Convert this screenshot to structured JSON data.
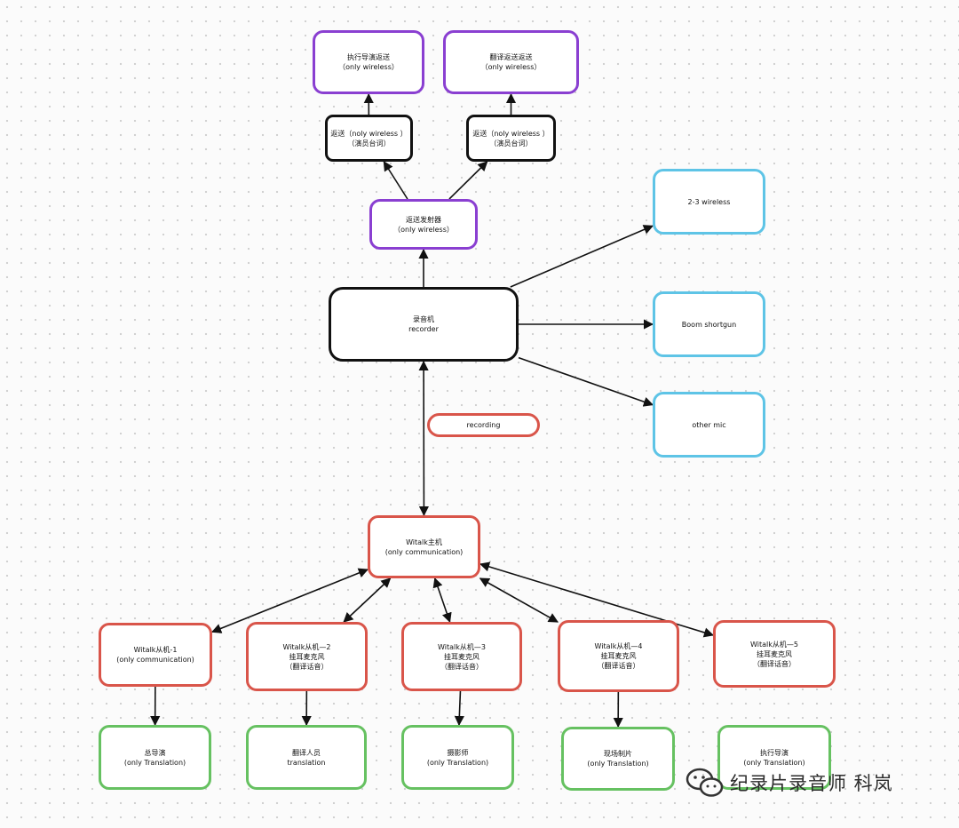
{
  "nodes": {
    "exec_director_return": {
      "line1": "执行导演返送",
      "line2": "（only wireless）"
    },
    "translation_return": {
      "line1": "翻译返送返送",
      "line2": "（only wireless）"
    },
    "return_left": {
      "line1": "返送（noly wireless ）",
      "line2": "（演员台词）"
    },
    "return_right": {
      "line1": "返送（noly wireless ）",
      "line2": "（演员台词）"
    },
    "return_transmitter": {
      "line1": "返送发射器",
      "line2": "（only wireless）"
    },
    "recorder": {
      "line1": "录音机",
      "line2": "recorder"
    },
    "wireless_2_3": {
      "line1": "2-3 wireless"
    },
    "boom": {
      "line1": "Boom shortgun"
    },
    "other_mic": {
      "line1": "other mic"
    },
    "recording": {
      "line1": "recording"
    },
    "witalk_main": {
      "line1": "Witalk主机",
      "line2": "(only communication)"
    },
    "witalk_1": {
      "line1": "Witalk从机-1",
      "line2": "(only communication)"
    },
    "witalk_2": {
      "line1": "Witalk从机—2",
      "line2": "挂耳麦克风",
      "line3": "（翻译话音）"
    },
    "witalk_3": {
      "line1": "Witalk从机—3",
      "line2": "挂耳麦克风",
      "line3": "（翻译话音）"
    },
    "witalk_4": {
      "line1": "Witalk从机—4",
      "line2": "挂耳麦克风",
      "line3": "（翻译话音）"
    },
    "witalk_5": {
      "line1": "Witalk从机—5",
      "line2": "挂耳麦克风",
      "line3": "（翻译话音）"
    },
    "director": {
      "line1": "总导演",
      "line2": "(only Translation)"
    },
    "translator": {
      "line1": "翻译人员",
      "line2": "translation"
    },
    "camera": {
      "line1": "摄影师",
      "line2": "(only Translation)"
    },
    "producer": {
      "line1": "现场制片",
      "line2": "(only Translation)"
    },
    "exec_director": {
      "line1": "执行导演",
      "line2": "(only Translation)"
    }
  },
  "edges": [
    {
      "from": "return_left",
      "to": "exec_director_return",
      "arrow": "end"
    },
    {
      "from": "return_right",
      "to": "translation_return",
      "arrow": "end"
    },
    {
      "from": "return_transmitter",
      "to": "return_left",
      "arrow": "end"
    },
    {
      "from": "return_transmitter",
      "to": "return_right",
      "arrow": "end"
    },
    {
      "from": "recorder",
      "to": "return_transmitter",
      "arrow": "end"
    },
    {
      "from": "recorder",
      "to": "wireless_2_3",
      "arrow": "end"
    },
    {
      "from": "recorder",
      "to": "boom",
      "arrow": "end"
    },
    {
      "from": "recorder",
      "to": "other_mic",
      "arrow": "end"
    },
    {
      "from": "recorder",
      "to": "witalk_main",
      "arrow": "both"
    },
    {
      "from": "witalk_main",
      "to": "witalk_1",
      "arrow": "both"
    },
    {
      "from": "witalk_main",
      "to": "witalk_2",
      "arrow": "both"
    },
    {
      "from": "witalk_main",
      "to": "witalk_3",
      "arrow": "both"
    },
    {
      "from": "witalk_main",
      "to": "witalk_4",
      "arrow": "both"
    },
    {
      "from": "witalk_main",
      "to": "witalk_5",
      "arrow": "both"
    },
    {
      "from": "witalk_1",
      "to": "director",
      "arrow": "end"
    },
    {
      "from": "witalk_2",
      "to": "translator",
      "arrow": "end"
    },
    {
      "from": "witalk_3",
      "to": "camera",
      "arrow": "end"
    },
    {
      "from": "witalk_4",
      "to": "producer",
      "arrow": "end"
    }
  ],
  "watermark": {
    "text": "纪录片录音师 科岚",
    "icon": "wechat-icon"
  },
  "colors": {
    "purple": "#8a3fd1",
    "black": "#111111",
    "blue": "#5ec4e6",
    "red": "#d9554a",
    "green": "#66c161"
  }
}
